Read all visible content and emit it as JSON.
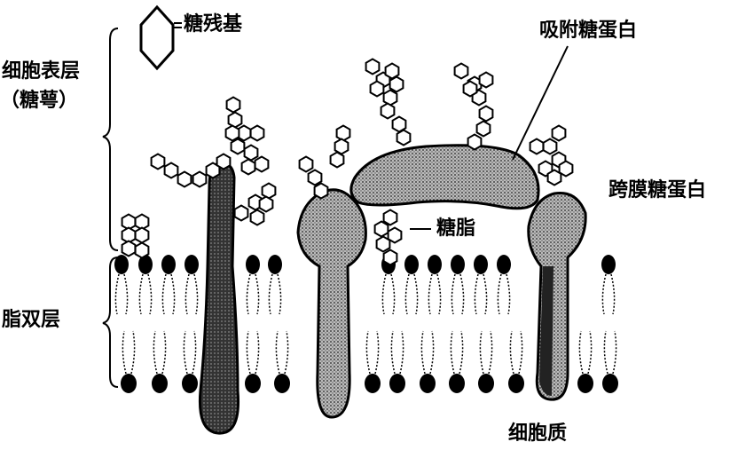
{
  "labels": {
    "sugar_residue": "糖残基",
    "cell_surface": "细胞表层",
    "glycocalyx": "（糖萼）",
    "adsorbed_glycoprotein": "吸附糖蛋白",
    "transmembrane_glycoprotein": "跨膜糖蛋白",
    "glycolipid": "糖脂",
    "lipid_bilayer": "脂双层",
    "cytoplasm": "细胞质"
  }
}
